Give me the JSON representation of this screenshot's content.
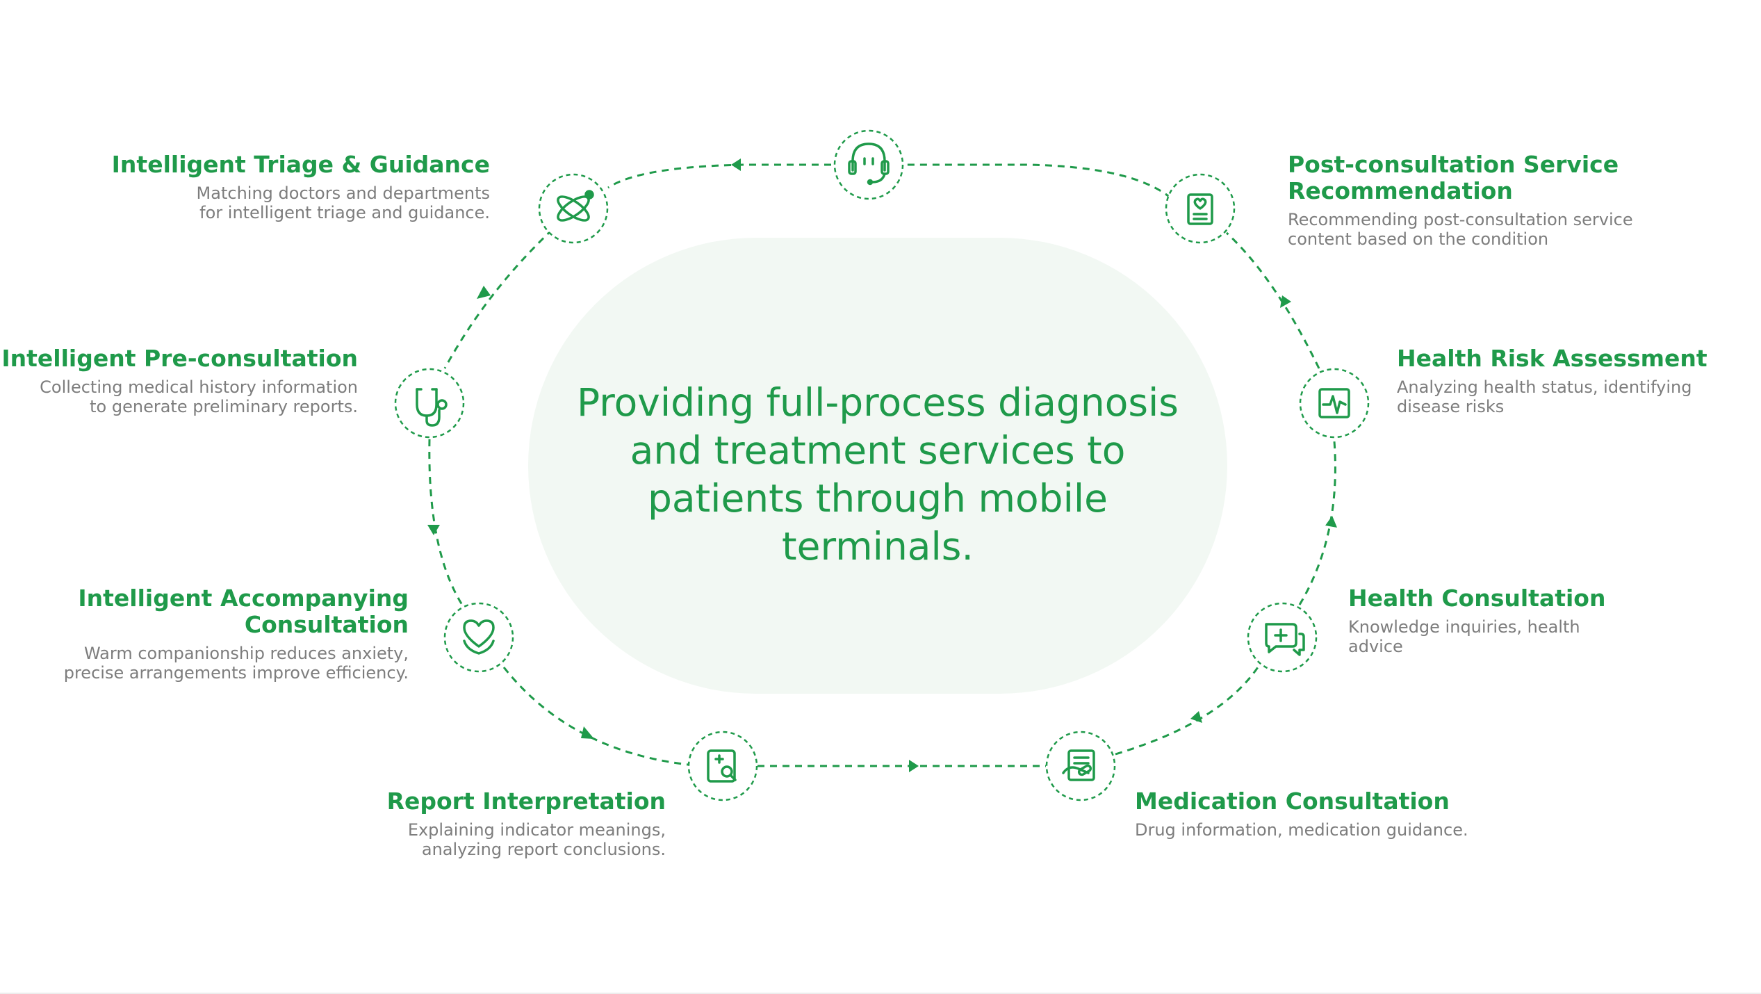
{
  "center_text": "Providing full-process diagnosis and treatment services to patients through mobile terminals.",
  "colors": {
    "accent": "#1f9a4a",
    "blob": "#f2f8f3",
    "muted_text": "#7d7d7d"
  },
  "nodes": {
    "top": {
      "icon": "headset-icon"
    },
    "triage": {
      "icon": "atom-icon",
      "title": "Intelligent Triage & Guidance",
      "desc": [
        "Matching doctors and departments",
        "for intelligent triage and guidance."
      ]
    },
    "pre_consultation": {
      "icon": "stethoscope-icon",
      "title": "Intelligent Pre-consultation",
      "desc": [
        "Collecting medical history information",
        "to generate preliminary reports."
      ]
    },
    "accompanying": {
      "icon": "heart-hands-icon",
      "title": [
        "Intelligent Accompanying",
        "Consultation"
      ],
      "desc": [
        "Warm companionship reduces anxiety,",
        "precise arrangements improve efficiency."
      ]
    },
    "report": {
      "icon": "report-search-icon",
      "title": "Report Interpretation",
      "desc": [
        "Explaining indicator meanings,",
        "analyzing report conclusions."
      ]
    },
    "medication": {
      "icon": "medicine-document-icon",
      "title": "Medication Consultation",
      "desc": [
        "Drug information, medication guidance."
      ]
    },
    "health_consultation": {
      "icon": "chat-plus-icon",
      "title": "Health Consultation",
      "desc": [
        "Knowledge inquiries, health",
        "advice"
      ]
    },
    "risk": {
      "icon": "heart-monitor-icon",
      "title": "Health Risk Assessment",
      "desc": [
        "Analyzing health status, identifying",
        "disease risks"
      ]
    },
    "post_consultation": {
      "icon": "medical-record-icon",
      "title": [
        "Post-consultation Service",
        "Recommendation"
      ],
      "desc": [
        "Recommending post-consultation service",
        "content based on the condition"
      ]
    }
  }
}
